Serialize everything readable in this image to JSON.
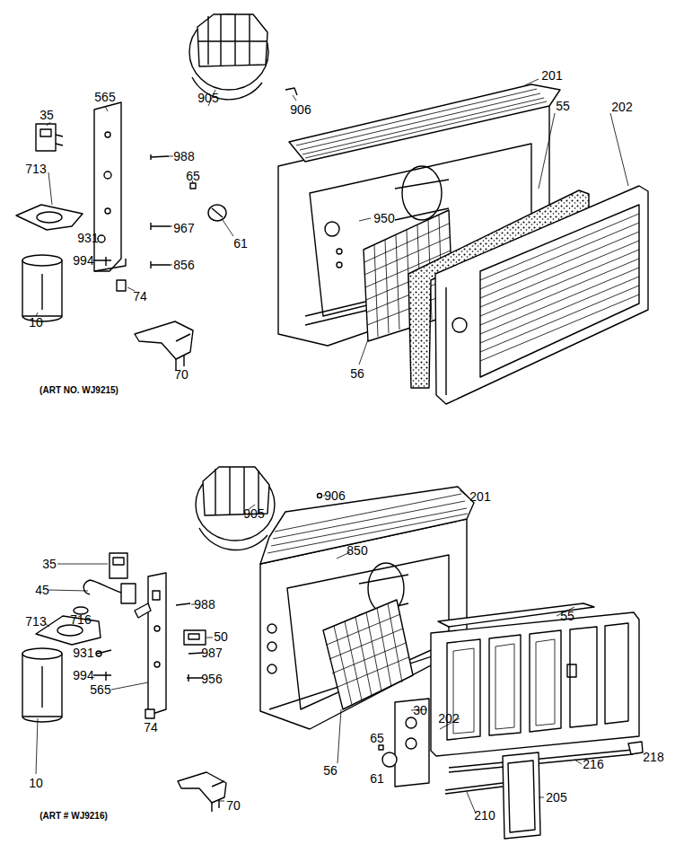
{
  "diagram": {
    "labels": [
      "905",
      "906",
      "201",
      "35",
      "565",
      "988",
      "65",
      "55",
      "202",
      "713",
      "967",
      "61",
      "950",
      "931",
      "994",
      "856",
      "74",
      "10",
      "56",
      "70",
      "(ART NO. WJ9215)",
      "905",
      "906",
      "201",
      "35",
      "45",
      "988",
      "850",
      "716",
      "713",
      "50",
      "987",
      "931",
      "994",
      "956",
      "565",
      "30",
      "65",
      "55",
      "202",
      "61",
      "216",
      "218",
      "74",
      "56",
      "10",
      "70",
      "205",
      "210",
      "(ART # WJ9216)"
    ]
  }
}
